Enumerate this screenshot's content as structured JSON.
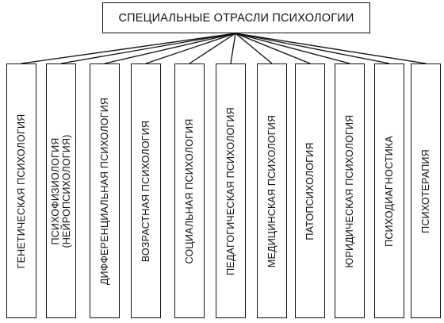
{
  "title": "СПЕЦИАЛЬНЫЕ ОТРАСЛИ ПСИХОЛОГИИ",
  "branches": [
    "ГЕНЕТИЧЕСКАЯ ПСИХОЛОГИЯ",
    "ПСИХОФИЗИОЛОГИЯ\n(НЕЙРОПСИХОЛОГИЯ)",
    "ДИФФЕРЕНЦИАЛЬНАЯ ПСИХОЛОГИЯ",
    "ВОЗРАСТНАЯ ПСИХОЛОГИЯ",
    "СОЦИАЛЬНАЯ ПСИХОЛОГИЯ",
    "ПЕДАГОГИЧЕСКАЯ ПСИХОЛОГИЯ",
    "МЕДИЦИНСКАЯ ПСИХОЛОГИЯ",
    "ПАТОПСИХОЛОГИЯ",
    "ЮРИДИЧЕСКАЯ ПСИХОЛОГИЯ",
    "ПСИХОДИАГНОСТИКА",
    "ПСИХОТЕРАПИЯ"
  ]
}
